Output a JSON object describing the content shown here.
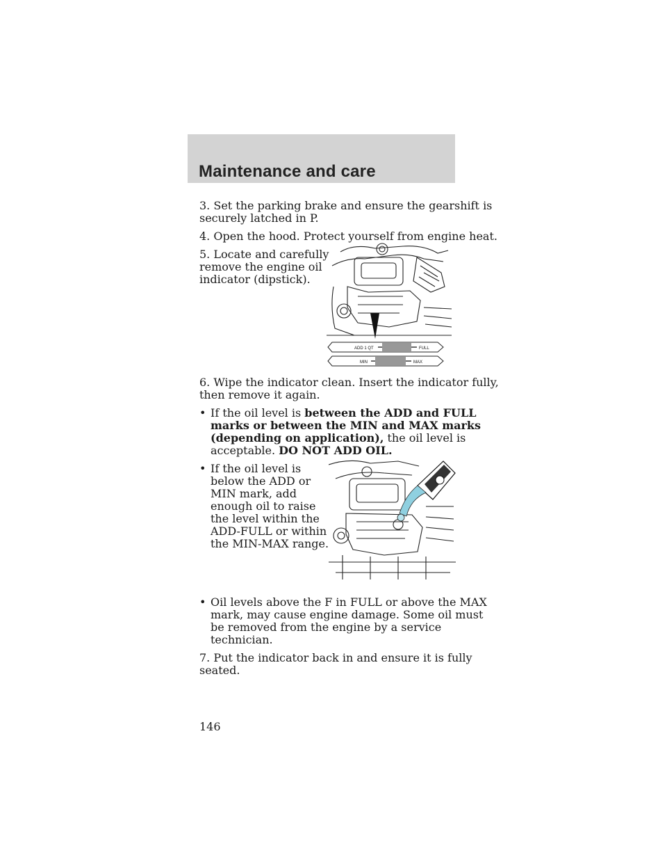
{
  "header": {
    "title": "Maintenance and care"
  },
  "steps": {
    "step3": [
      "3. Set the parking brake and ensure the gearshift is",
      "securely latched in P."
    ],
    "step4": "4. Open the hood. Protect yourself from engine heat.",
    "step5": [
      "5. Locate and carefully",
      "remove the engine oil",
      "indicator (dipstick)."
    ],
    "step6": [
      "6. Wipe the indicator clean. Insert the indicator fully,",
      "then remove it again."
    ],
    "bullet1": {
      "bullet": "•",
      "l1a": "If the oil level is ",
      "l1b": "between the ADD and FULL",
      "l2": "marks or between the MIN and MAX marks",
      "l3a": "(depending on application),",
      "l3b": " the oil level is",
      "l4a": "acceptable. ",
      "l4b": "DO NOT ADD OIL."
    },
    "bullet2": {
      "bullet": "•",
      "lines": [
        "If the oil level is",
        "below the ADD or",
        "MIN mark, add",
        "enough oil to raise",
        "the level within the",
        "ADD-FULL or within",
        "the MIN-MAX range."
      ]
    },
    "bullet3": {
      "bullet": "•",
      "lines": [
        "Oil levels above the F in FULL or above the MAX",
        "mark, may cause engine damage. Some oil must",
        "be removed from the engine by a service",
        "technician."
      ]
    },
    "step7": [
      "7. Put the indicator back in and ensure it is fully",
      "seated."
    ]
  },
  "figures": {
    "dipstick": {
      "add_label": "ADD 1 QT",
      "full_label": "FULL",
      "min_label": "MIN",
      "max_label": "MAX"
    }
  },
  "page_number": "146"
}
